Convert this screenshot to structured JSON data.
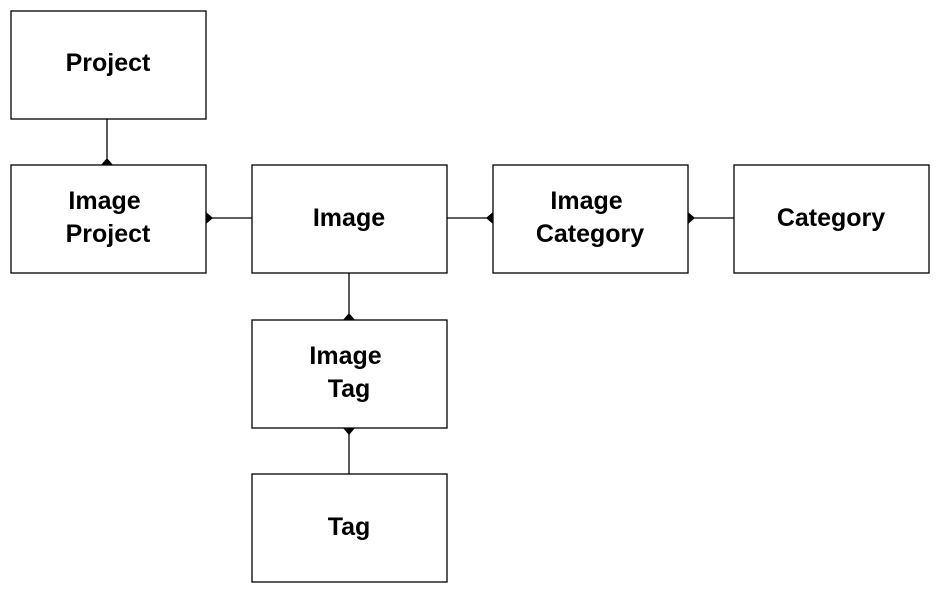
{
  "diagram": {
    "entities": [
      {
        "id": "project",
        "lines": [
          "Project"
        ]
      },
      {
        "id": "image-project",
        "lines": [
          "Image",
          "Project"
        ]
      },
      {
        "id": "image",
        "lines": [
          "Image"
        ]
      },
      {
        "id": "image-category",
        "lines": [
          "Image",
          "Category"
        ]
      },
      {
        "id": "category",
        "lines": [
          "Category"
        ]
      },
      {
        "id": "image-tag",
        "lines": [
          "Image",
          "Tag"
        ]
      },
      {
        "id": "tag",
        "lines": [
          "Tag"
        ]
      }
    ],
    "relationships": [
      {
        "from": "project",
        "to": "image-project",
        "marker_at": "image-project"
      },
      {
        "from": "image",
        "to": "image-project",
        "marker_at": "image-project"
      },
      {
        "from": "image",
        "to": "image-category",
        "marker_at": "image-category"
      },
      {
        "from": "category",
        "to": "image-category",
        "marker_at": "image-category"
      },
      {
        "from": "image",
        "to": "image-tag",
        "marker_at": "image-tag"
      },
      {
        "from": "tag",
        "to": "image-tag",
        "marker_at": "image-tag"
      }
    ]
  }
}
